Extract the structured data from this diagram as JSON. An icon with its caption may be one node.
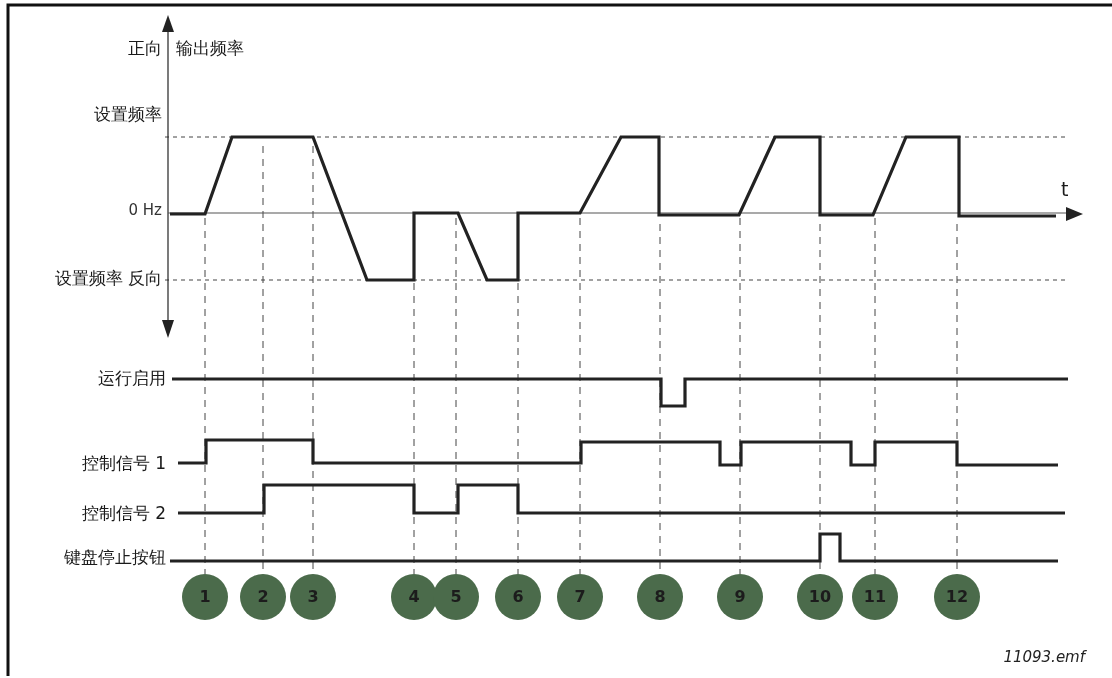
{
  "diagram": {
    "labels": [
      "正向",
      "输出频率",
      "设置频率",
      "t",
      "0 Hz",
      "设置频率 反向",
      "运行启用",
      "控制信号 1",
      "控制信号 2",
      "键盘停止按钮",
      "1",
      "2",
      "3",
      "4",
      "5",
      "6",
      "7",
      "8",
      "9",
      "10",
      "11",
      "12",
      "11093.emf"
    ]
  }
}
